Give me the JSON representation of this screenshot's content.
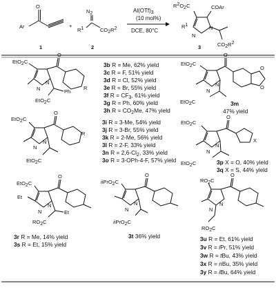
{
  "scheme": {
    "reagent1_label": "1",
    "reagent2_label": "2",
    "product_label": "3",
    "reagent1_ar": "Ar",
    "reagent2_r1": "R",
    "reagent2_r1_sup": "1",
    "reagent2_n2": "N",
    "reagent2_n2_sub": "2",
    "reagent2_ester": "CO",
    "reagent2_ester_sub": "2",
    "reagent2_ester_r": "R",
    "reagent2_ester_sup": "2",
    "plus": "+",
    "catalyst": "Al(OTf)",
    "catalyst_sub": "3",
    "catalyst_loading": "(10 mol%)",
    "conditions": "DCE, 80°C",
    "product_r2": "R",
    "product_r2_sup": "2",
    "product_o2c": "O",
    "product_o2c_sub": "2",
    "product_o2c_c": "C",
    "product_coar": "COAr",
    "product_r1": "R",
    "product_r1_sup": "1",
    "product_n1": "N",
    "product_n2": "N",
    "product_co2r": "CO",
    "product_co2r_sub": "2",
    "product_co2r_r": "R",
    "product_co2r_sup": "2"
  },
  "group_a": {
    "struct_ester": "EtO",
    "struct_ester_sub": "2",
    "struct_ester_c": "C",
    "struct_n1": "N",
    "struct_n2": "N",
    "struct_r": "R",
    "struct_ph": "Ph",
    "struct_co2et": "EtO",
    "struct_co2et_sub": "2",
    "struct_co2et_c": "C",
    "entries": [
      {
        "id": "3b",
        "text": "R = Me, 62% yield"
      },
      {
        "id": "3c",
        "text": "R = F, 51% yield"
      },
      {
        "id": "3d",
        "text": "R = Cl, 52% yield"
      },
      {
        "id": "3e",
        "text": "R = Br, 55% yield"
      },
      {
        "id": "3f",
        "text": "R = CF",
        "sub": "3",
        "tail": ", 61% yield"
      },
      {
        "id": "3g",
        "text": "R = Ph, 60% yield"
      },
      {
        "id": "3h",
        "text": "R = CO",
        "sub": "2",
        "tail": "Me, 47% yield"
      }
    ]
  },
  "compound_3m": {
    "label": "3m",
    "yield": "47% yield",
    "ester_top": "EtO",
    "ester_top_sub": "2",
    "ester_top_c": "C",
    "ester_bot": "EtO",
    "ester_bot_sub": "2",
    "ester_bot_c": "C",
    "o1": "O",
    "o2": "O",
    "n1": "N",
    "n2": "N"
  },
  "group_b": {
    "struct_ester": "EtO",
    "struct_ester_sub": "2",
    "struct_ester_c": "C",
    "struct_r": "R",
    "struct_n1": "N",
    "struct_n2": "N",
    "struct_co2et": "EtO",
    "struct_co2et_sub": "2",
    "struct_co2et_c": "C",
    "entries": [
      {
        "id": "3i",
        "text": "R = 3-Me, 54% yield"
      },
      {
        "id": "3j",
        "text": "R = 3-Br, 55% yield"
      },
      {
        "id": "3k",
        "text": "R = 2-Me, 56% yield"
      },
      {
        "id": "3l",
        "text": "R = 2-F, 33% yield"
      },
      {
        "id": "3n",
        "text": "R = 2,6-Cl",
        "sub": "2",
        "tail": ", 33% yield"
      },
      {
        "id": "3o",
        "text": "R = 3-OPh-4-F, 57% yield"
      }
    ]
  },
  "group_c": {
    "ester_top": "EtO",
    "ester_top_sub": "2",
    "ester_top_c": "C",
    "ester_bot": "EtO",
    "ester_bot_sub": "2",
    "ester_bot_c": "C",
    "x": "X",
    "n1": "N",
    "n2": "N",
    "entries": [
      {
        "id": "3p",
        "text": "X = O, 40% yield"
      },
      {
        "id": "3q",
        "text": "X = S, 44% yield"
      }
    ]
  },
  "group_d": {
    "ester_top": "EtO",
    "ester_top_sub": "2",
    "ester_top_c": "C",
    "et": "Et",
    "ro2c": "RO",
    "ro2c_sub": "2",
    "ro2c_c": "C",
    "et2": "Et",
    "n1": "N",
    "n2": "N",
    "entries": [
      {
        "id": "3r",
        "text": "R = Me, 14% yield"
      },
      {
        "id": "3s",
        "text": "R = Et,  15% yield"
      }
    ]
  },
  "compound_3t": {
    "label": "3t",
    "yield": "36% yield",
    "ipr_top": "iPrO",
    "ipr_top_sub": "2",
    "ipr_top_c": "C",
    "ipr_bot": "iPrO",
    "ipr_bot_sub": "2",
    "ipr_bot_c": "C",
    "n1": "N",
    "n2": "N"
  },
  "group_e": {
    "ro2c_top": "RO",
    "ro2c_top_sub": "2",
    "ro2c_top_c": "C",
    "ro2c_bot": "RO",
    "ro2c_bot_sub": "2",
    "ro2c_bot_c": "C",
    "n1": "N",
    "n2": "N",
    "entries": [
      {
        "id": "3u",
        "pre": "R = Et,  61% yield"
      },
      {
        "id": "3v",
        "pre": "R = ",
        "it": "i",
        "post": "Pr, 51% yield"
      },
      {
        "id": "3w",
        "pre": "R = ",
        "it": "t",
        "post": "Bu,  43% yield"
      },
      {
        "id": "3x",
        "pre": "R = ",
        "it": "n",
        "post": "Bu, 35% yield"
      },
      {
        "id": "3y",
        "pre": "R = ",
        "it": "i",
        "post": "Bu, 64% yield"
      }
    ]
  }
}
